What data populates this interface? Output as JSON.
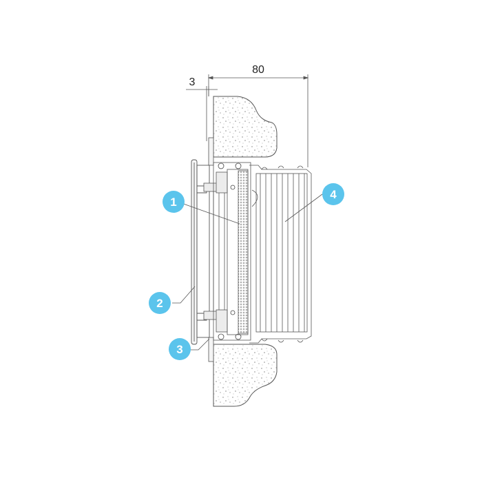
{
  "dimensions": {
    "overall_depth": "80",
    "frame_offset": "3"
  },
  "callouts": [
    {
      "label": "1"
    },
    {
      "label": "2"
    },
    {
      "label": "3"
    },
    {
      "label": "4"
    }
  ],
  "colors": {
    "callout_fill": "#5bc4ec",
    "line": "#555555",
    "masonry_dots": "#777777"
  }
}
